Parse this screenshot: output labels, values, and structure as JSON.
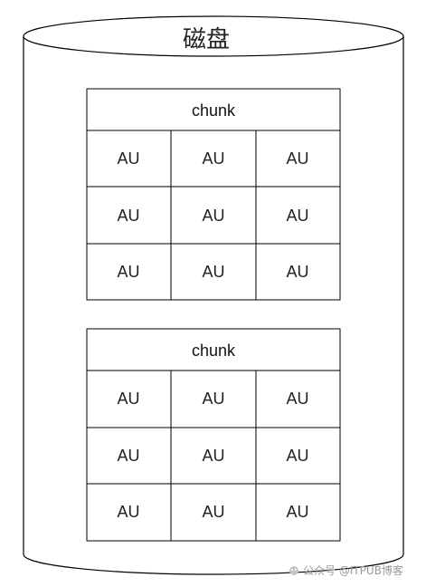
{
  "disk": {
    "title": "磁盘"
  },
  "chunks": [
    {
      "label": "chunk",
      "rows": [
        [
          "AU",
          "AU",
          "AU"
        ],
        [
          "AU",
          "AU",
          "AU"
        ],
        [
          "AU",
          "AU",
          "AU"
        ]
      ]
    },
    {
      "label": "chunk",
      "rows": [
        [
          "AU",
          "AU",
          "AU"
        ],
        [
          "AU",
          "AU",
          "AU"
        ],
        [
          "AU",
          "AU",
          "AU"
        ]
      ]
    }
  ],
  "watermark": {
    "text": "公众号 @ITPUB博客"
  },
  "colors": {
    "stroke": "#000000",
    "background": "#ffffff"
  }
}
